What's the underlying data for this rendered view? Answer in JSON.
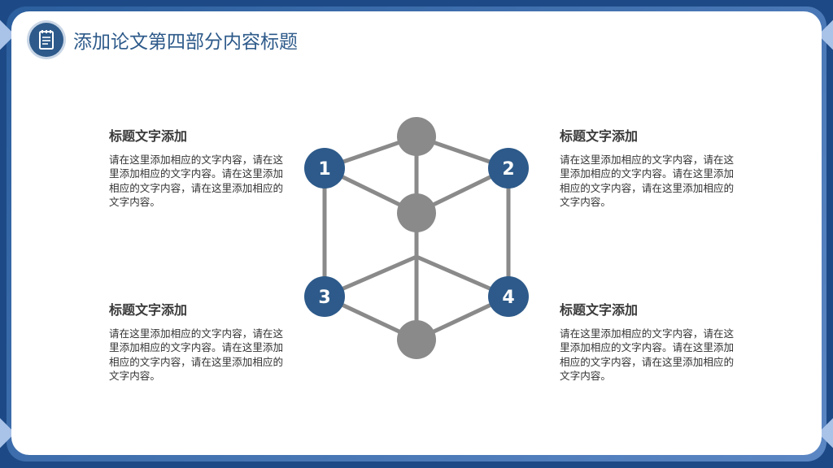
{
  "header": {
    "title": "添加论文第四部分内容标题",
    "icon": "notebook-icon"
  },
  "colors": {
    "frame": "#1d4a86",
    "accent": "#2d5a8a",
    "node_gray": "#8a8a8a",
    "edge_gray": "#8a8a8a"
  },
  "blocks": [
    {
      "title": "标题文字添加",
      "body": "请在这里添加相应的文字内容，请在这里添加相应的文字内容。请在这里添加相应的文字内容，请在这里添加相应的文字内容。"
    },
    {
      "title": "标题文字添加",
      "body": "请在这里添加相应的文字内容，请在这里添加相应的文字内容。请在这里添加相应的文字内容，请在这里添加相应的文字内容。"
    },
    {
      "title": "标题文字添加",
      "body": "请在这里添加相应的文字内容，请在这里添加相应的文字内容。请在这里添加相应的文字内容，请在这里添加相应的文字内容。"
    },
    {
      "title": "标题文字添加",
      "body": "请在这里添加相应的文字内容，请在这里添加相应的文字内容。请在这里添加相应的文字内容，请在这里添加相应的文字内容。"
    }
  ],
  "diagram": {
    "numbered_nodes": [
      "1",
      "2",
      "3",
      "4"
    ]
  }
}
